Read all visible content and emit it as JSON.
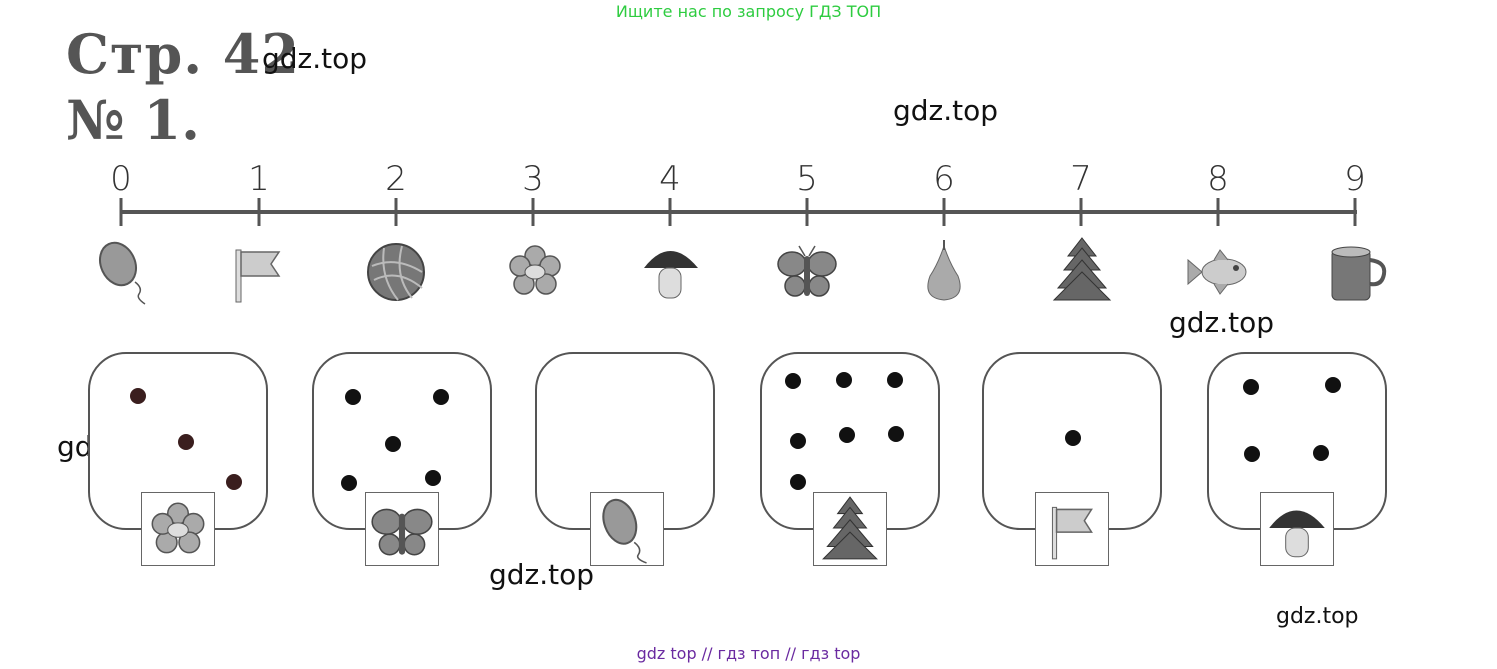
{
  "banner": "Ищите нас по запросу ГДЗ ТОП",
  "page": {
    "title": "Стр. 42",
    "task": "№ 1."
  },
  "watermark": "gdz.top",
  "footer": "gdz top  //  гдз топ  //  гдз top",
  "number_line": {
    "labels": [
      "0",
      "1",
      "2",
      "3",
      "4",
      "5",
      "6",
      "7",
      "8",
      "9"
    ],
    "items": [
      "balloon-icon",
      "flag-icon",
      "yarn-ball-icon",
      "flower-icon",
      "mushroom-icon",
      "butterfly-icon",
      "pear-icon",
      "fir-tree-icon",
      "fish-icon",
      "mug-icon"
    ]
  },
  "cards": [
    {
      "dots": 3,
      "picture": "flower-icon"
    },
    {
      "dots": 5,
      "picture": "butterfly-icon"
    },
    {
      "dots": 0,
      "picture": "balloon-icon"
    },
    {
      "dots": 7,
      "picture": "fir-tree-icon"
    },
    {
      "dots": 1,
      "picture": "flag-icon"
    },
    {
      "dots": 4,
      "picture": "mushroom-icon"
    }
  ],
  "colors": {
    "banner": "#2ecc40",
    "footer": "#6a2aa0",
    "line": "#555555"
  }
}
